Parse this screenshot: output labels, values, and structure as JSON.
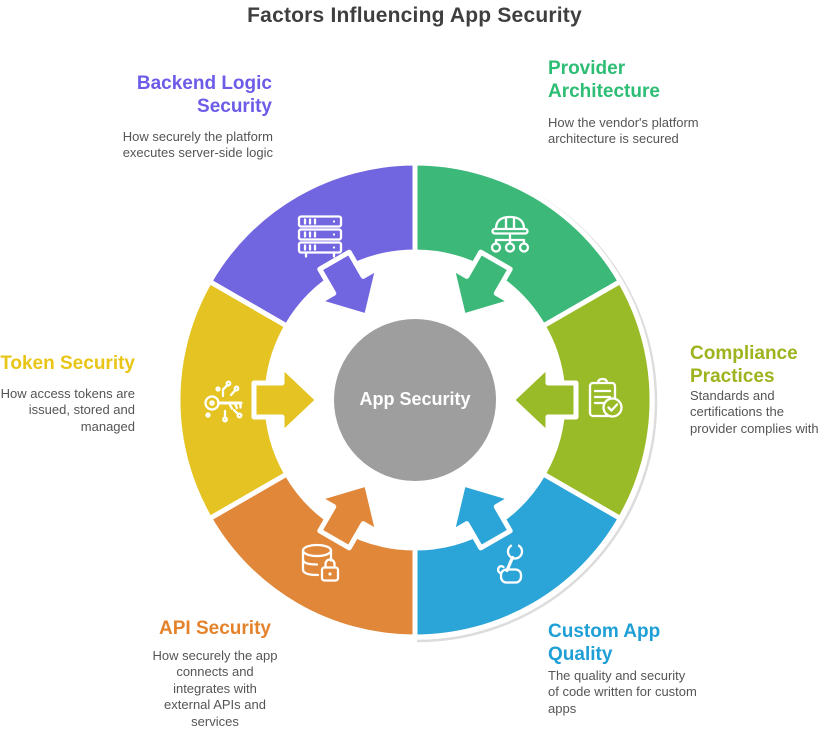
{
  "title": "Factors Influencing App Security",
  "center": {
    "label": "App Security",
    "color": "#9e9e9e"
  },
  "segments": [
    {
      "name": "Provider Architecture",
      "heading_line1": "Provider",
      "heading_line2": "Architecture",
      "description": "How the vendor's platform architecture is secured",
      "color": "#3cb878",
      "heading_color": "#2ebd74",
      "icon": "hard-hat-hierarchy-icon"
    },
    {
      "name": "Compliance Practices",
      "heading_line1": "Compliance",
      "heading_line2": "Practices",
      "description": "Standards and certifications the provider complies with",
      "color": "#9abb28",
      "heading_color": "#9fb31f",
      "icon": "clipboard-check-icon"
    },
    {
      "name": "Custom App Quality",
      "heading_line1": "Custom App",
      "heading_line2": "Quality",
      "description": "The quality and security of code written for custom apps",
      "color": "#2ba4d7",
      "heading_color": "#1e9fd6",
      "icon": "wrench-hand-icon"
    },
    {
      "name": "API Security",
      "heading_line1": "API Security",
      "description": "How securely the app connects and integrates with external APIs and services",
      "color": "#e0873a",
      "heading_color": "#e5832c",
      "icon": "database-lock-icon"
    },
    {
      "name": "Token Security",
      "heading_line1": "Token Security",
      "description": "How access tokens are issued, stored and managed",
      "color": "#e4c322",
      "heading_color": "#e9c517",
      "icon": "circuit-key-icon"
    },
    {
      "name": "Backend Logic Security",
      "heading_line1": "Backend Logic",
      "heading_line2": "Security",
      "description": "How securely the platform executes server-side logic",
      "color": "#7265e0",
      "heading_color": "#6c5ce7",
      "icon": "server-rack-icon"
    }
  ]
}
